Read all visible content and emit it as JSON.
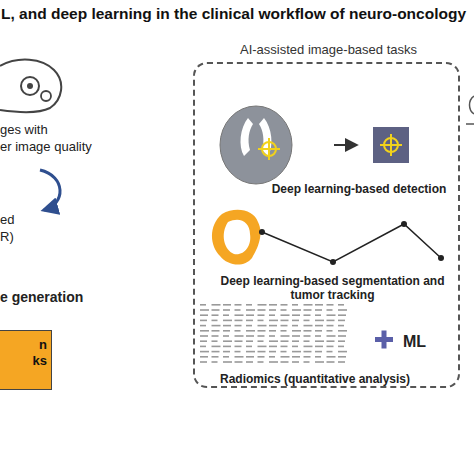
{
  "diagram": {
    "title": "L, and deep learning in the clinical workflow of neuro-oncology",
    "nodes": [
      {
        "text": [
          "AI-assisted image-based tasks",
          "Deep learning-based detection",
          "Deep learning-based segmentation and tumor tracking",
          "Radiomics (quantitative analysis)",
          "ML"
        ]
      },
      {
        "text": [
          "n ks"
        ]
      }
    ],
    "edges": [],
    "labels": [
      "ges with",
      "er image quality",
      "ed",
      "R)",
      "e generation"
    ]
  }
}
